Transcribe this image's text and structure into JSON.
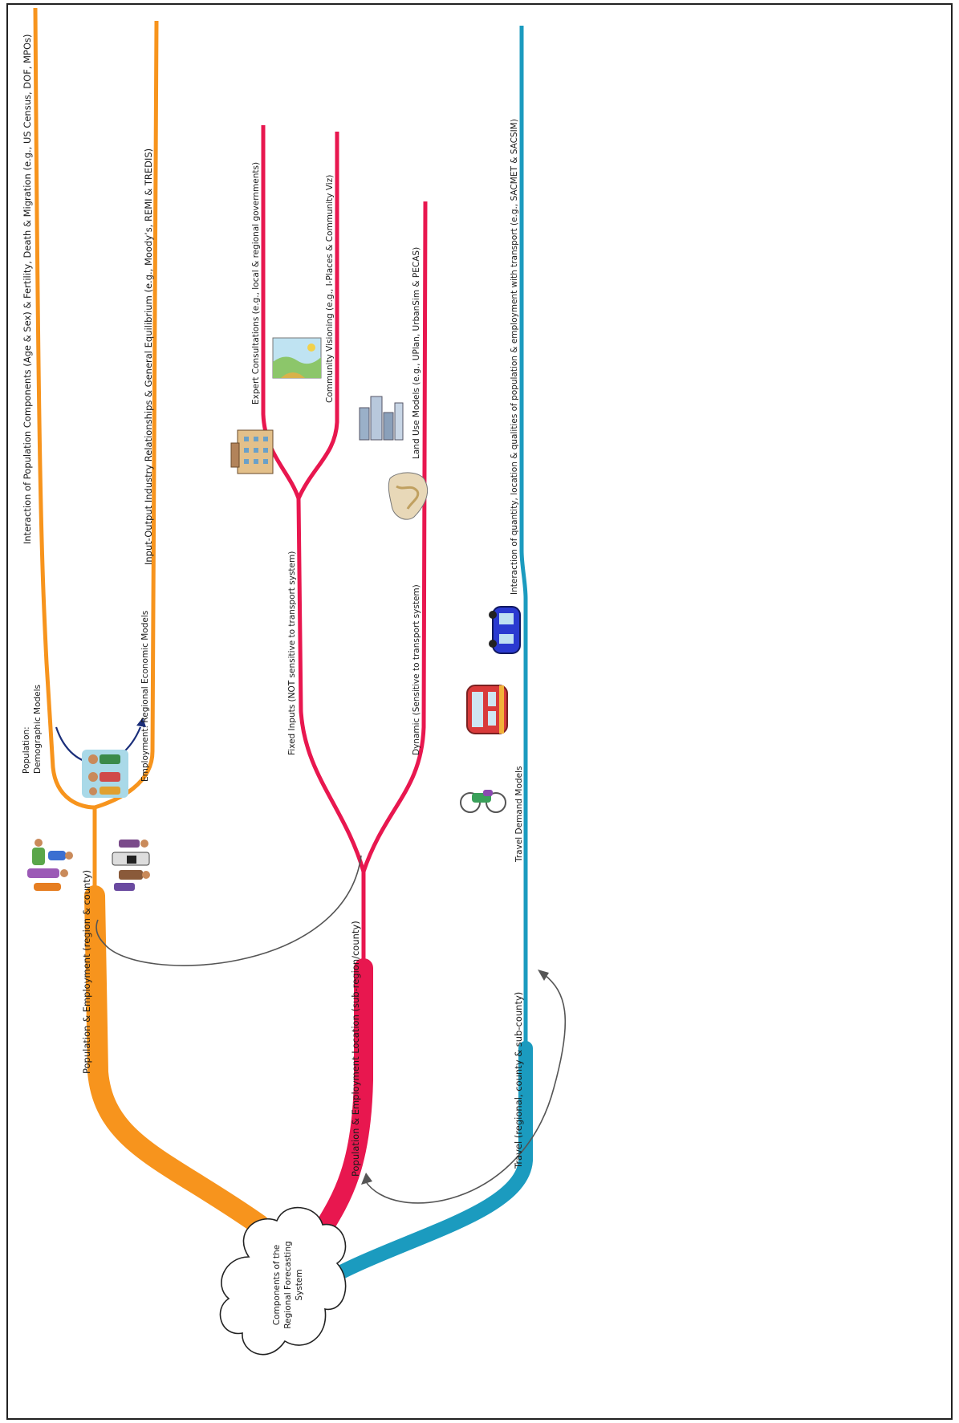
{
  "center": {
    "line1": "Components of the",
    "line2": "Regional Forecasting",
    "line3": "System"
  },
  "branches": {
    "population_employment": {
      "color": "#f7941d",
      "label": "Population & Employment (region & county)",
      "population_label_line1": "Population:",
      "population_label_line2": "Demographic Models",
      "employment_label": "Employment: Regional Economic Models",
      "population_leaf": "Interaction of Population Components (Age & Sex) & Fertility, Death & Migration (e.g., US Census, DOF, MPOs)",
      "employment_leaf": "Input-Output Industry Relationships & General Equilibrium (e.g., Moody’s, REMI & TREDIS)"
    },
    "location": {
      "color": "#e8174f",
      "label": "Population & Employment Location (sub-region/county)",
      "fixed_label": "Fixed Inputs (NOT sensitive to transport system)",
      "dynamic_label": "Dynamic (Sensitive to transport system)",
      "expert_leaf": "Expert Consultations (e.g., local & regional governments)",
      "visioning_leaf": "Community Visioning (e.g., I-Places & Community Viz)",
      "landuse_leaf": "Land Use Models (e.g., UPlan, UrbanSim & PECAS)"
    },
    "travel": {
      "color": "#1b9bbf",
      "label": "Travel (regional, county & sub-county)",
      "demand_label": "Travel Demand Models",
      "leaf": "Interaction of quantity, location & qualities of population & employment with transport (e.g., SACMET & SACSIM)"
    }
  },
  "icons": [
    "people-walking-icon",
    "workers-icon",
    "meeting-people-icon",
    "building-icon",
    "landscape-icon",
    "city-skyline-icon",
    "map-icon",
    "bicycle-icon",
    "bus-icon",
    "car-icon"
  ]
}
